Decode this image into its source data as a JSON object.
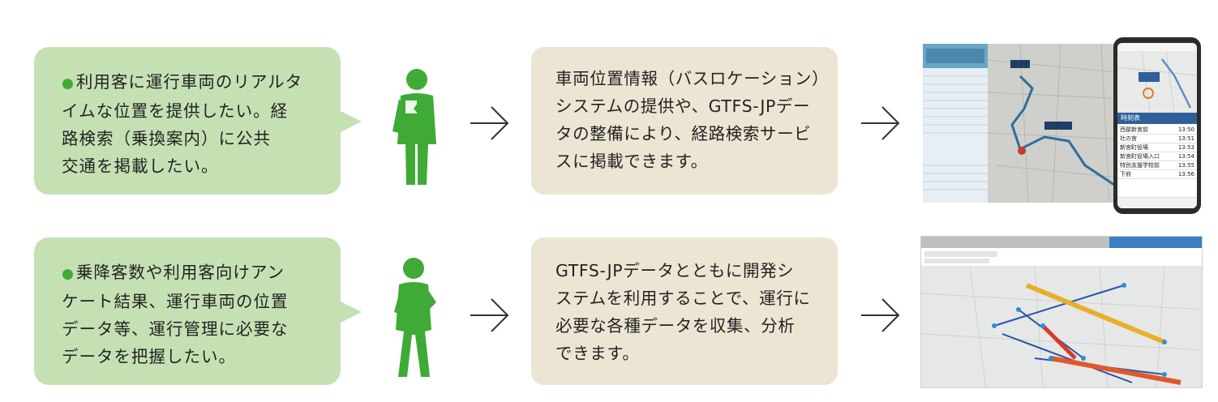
{
  "rows": [
    {
      "need": {
        "bullet": "●",
        "lines": [
          "利用客に運行車両のリアルタ",
          "イムな位置を提供したい。経",
          "路検索（乗換案内）に公共",
          "交通を掲載したい。"
        ]
      },
      "solution": {
        "lines": [
          "車両位置情報（バスロケーション）",
          "システムの提供や、GTFS-JPデー",
          "タの整備により、経路検索サービ",
          "スに掲載できます。"
        ]
      },
      "screenshot": {
        "timetable_header": "時刻表",
        "timetable": [
          {
            "stop": "西部新宮前",
            "time": "13:50"
          },
          {
            "stop": "社の宮",
            "time": "13:51"
          },
          {
            "stop": "新宮町役場",
            "time": "13:53"
          },
          {
            "stop": "新宮町役場入口",
            "time": "13:54"
          },
          {
            "stop": "特別支援学校前",
            "time": "13:55"
          },
          {
            "stop": "下府",
            "time": "13:56"
          }
        ]
      }
    },
    {
      "need": {
        "bullet": "●",
        "lines": [
          "乗降客数や利用客向けアン",
          "ケート結果、運行車両の位置",
          "データ等、運行管理に必要な",
          "データを把握したい。"
        ]
      },
      "solution": {
        "lines": [
          "GTFS-JPデータとともに開発シ",
          "ステムを利用することで、運行に",
          "必要な各種データを収集、分析",
          "できます。"
        ]
      }
    }
  ],
  "colors": {
    "need_bg": "#c5e1b4",
    "solution_bg": "#ede5d3",
    "person": "#3faa35",
    "bullet": "#3faa35",
    "arrow": "#333333"
  }
}
